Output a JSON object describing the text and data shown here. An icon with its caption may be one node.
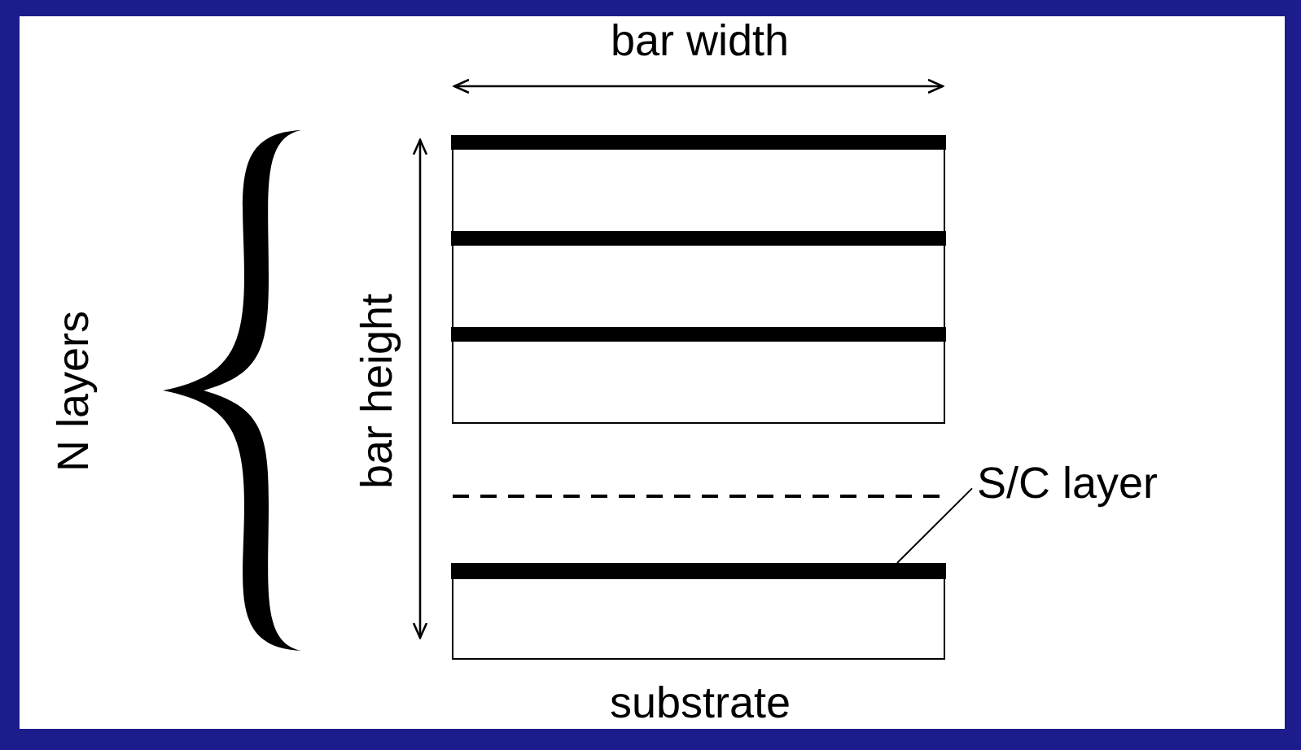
{
  "diagram": {
    "nodes": [
      {
        "text": [
          "S/C layer"
        ]
      },
      {
        "text": [],
        "shape": "bar"
      }
    ],
    "edges": [
      {
        "from": 0,
        "to": 1,
        "arrow": "none"
      }
    ],
    "labels": [
      "bar width",
      "N layers",
      "bar height",
      "substrate"
    ]
  }
}
